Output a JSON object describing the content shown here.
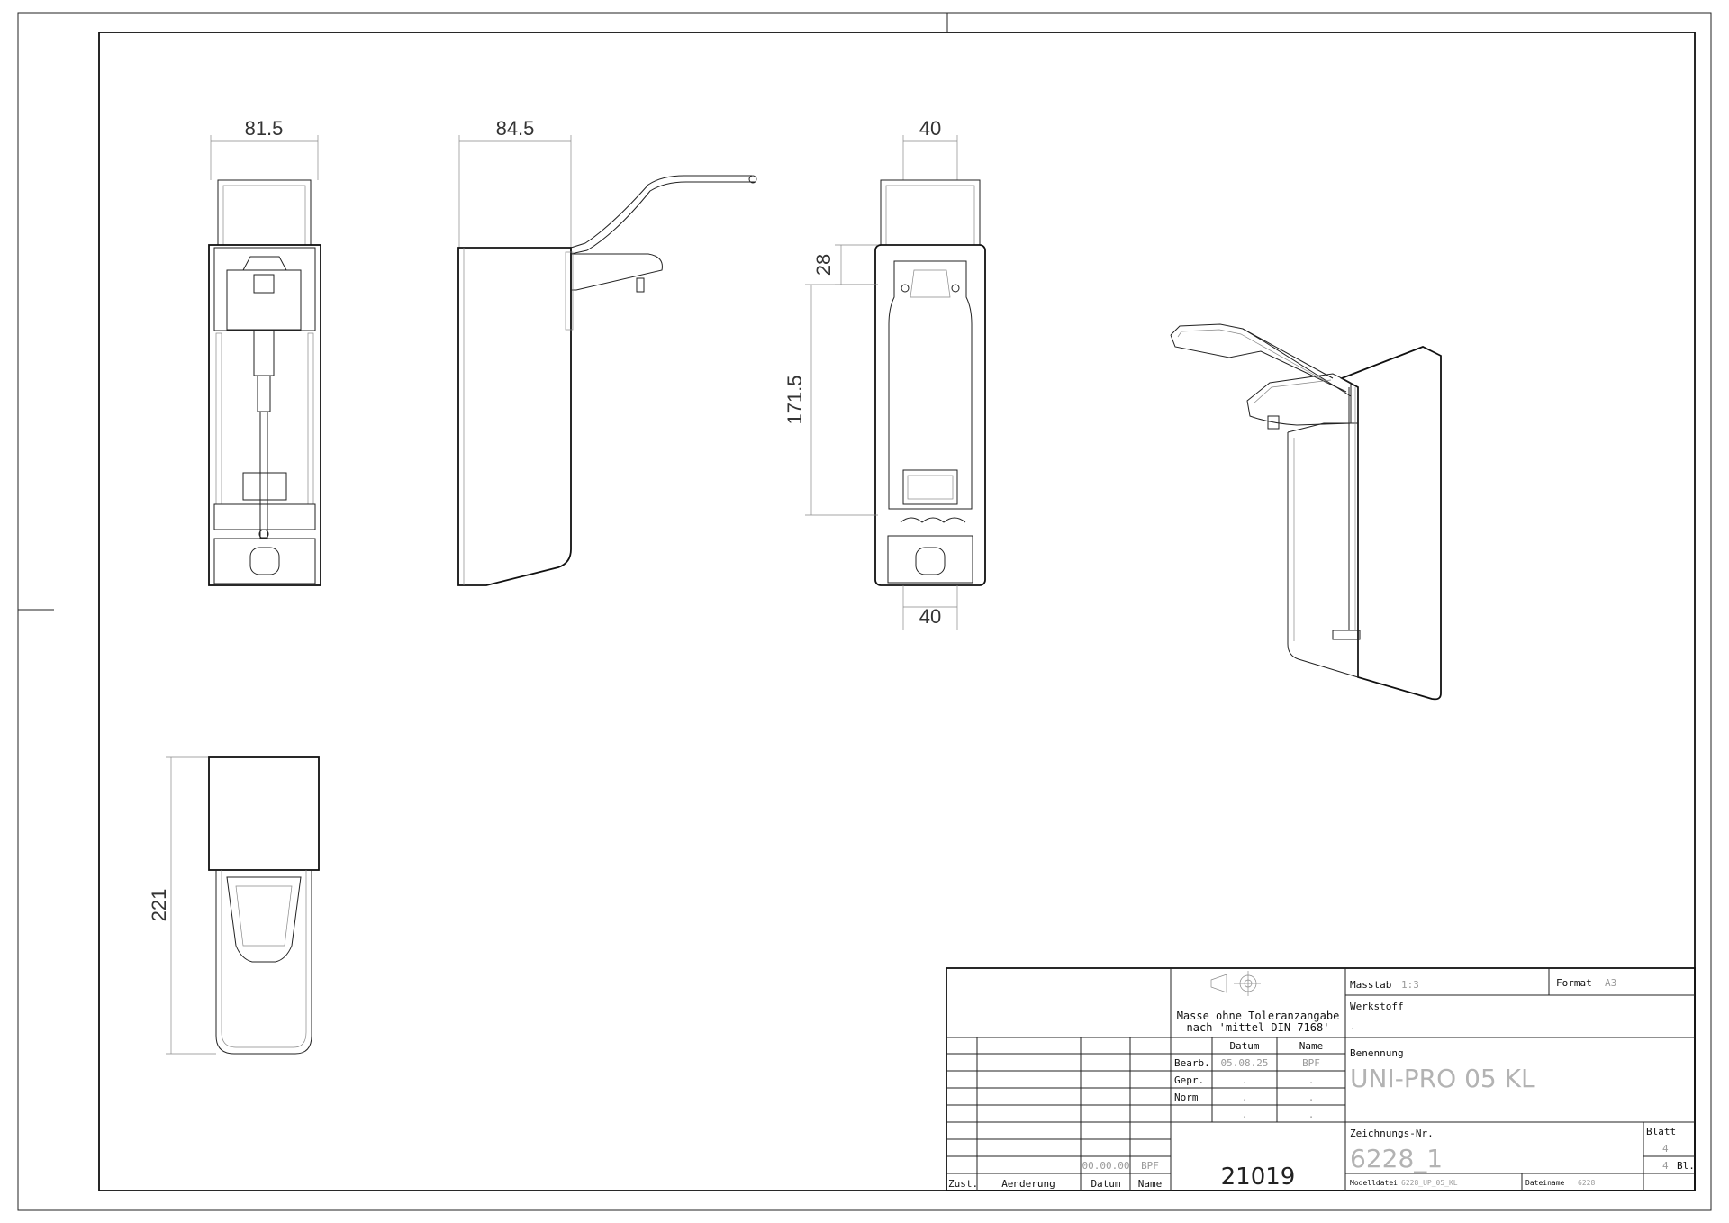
{
  "dimensions": {
    "front_width": "81.5",
    "side_width": "84.5",
    "rear_top_width": "40",
    "rear_bottom_width": "40",
    "rear_height_top": "28",
    "rear_height_main": "171.5",
    "top_view_height": "221"
  },
  "title_block": {
    "tolerance_note_line1": "Masse ohne Toleranzangabe",
    "tolerance_note_line2": "nach 'mittel DIN 7168'",
    "col_datum": "Datum",
    "col_name": "Name",
    "row_bearb": "Bearb.",
    "row_bearb_date": "05.08.25",
    "row_bearb_name": "BPF",
    "row_gepr": "Gepr.",
    "row_norm": "Norm",
    "dot": ".",
    "rev_date": "00.00.00",
    "rev_name": "BPF",
    "footer_zust": "Zust.",
    "footer_aenderung": "Aenderung",
    "footer_datum": "Datum",
    "footer_name": "Name",
    "drawing_code": "21019",
    "massstab_label": "Masstab",
    "massstab_value": "1:3",
    "format_label": "Format",
    "format_value": "A3",
    "werkstoff_label": "Werkstoff",
    "werkstoff_value": ".",
    "benennung_label": "Benennung",
    "benennung_value": "UNI-PRO 05 KL",
    "zeichnungsnr_label": "Zeichnungs-Nr.",
    "zeichnungsnr_value": "6228_1",
    "blatt_label": "Blatt",
    "blatt_value": "4",
    "blatt_total": "4",
    "blatt_suffix": "Bl.",
    "modelldatei_label": "Modelldatei",
    "modelldatei_value": "6228_UP_05_KL",
    "dateiname_label": "Dateiname",
    "dateiname_value": "6228"
  }
}
